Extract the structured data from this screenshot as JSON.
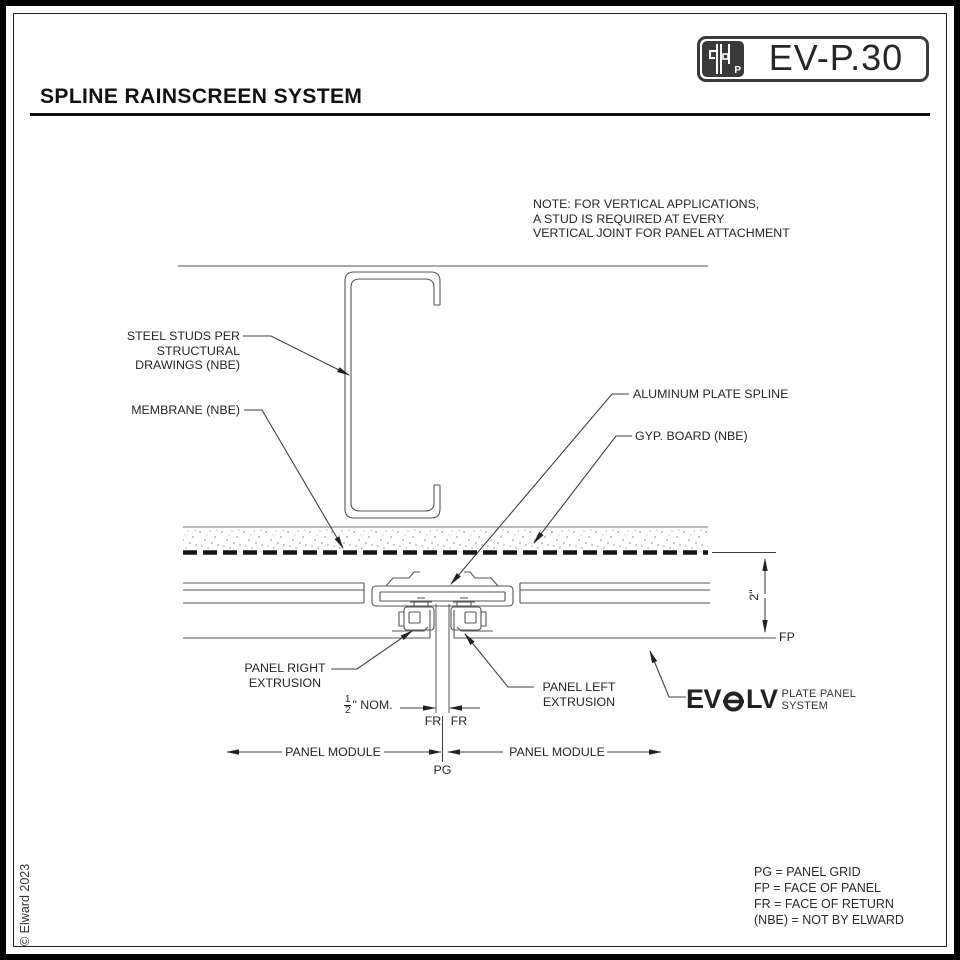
{
  "colors": {
    "ink": "#222222",
    "line": "#4f4f4f",
    "badge": "#3a3a3a"
  },
  "header": {
    "sheet_code": "EV-P.30",
    "logo_letter": "P",
    "title": "SPLINE RAINSCREEN SYSTEM"
  },
  "note": {
    "text": "NOTE: FOR VERTICAL APPLICATIONS,\nA STUD IS REQUIRED AT EVERY\nVERTICAL JOINT FOR PANEL ATTACHMENT"
  },
  "callouts": {
    "steel_studs": "STEEL STUDS PER\nSTRUCTURAL\nDRAWINGS (NBE)",
    "membrane": "MEMBRANE (NBE)",
    "aluminum_spline": "ALUMINUM PLATE SPLINE",
    "gyp_board": "GYP. BOARD (NBE)",
    "panel_right": "PANEL RIGHT\nEXTRUSION",
    "panel_left": "PANEL LEFT\nEXTRUSION"
  },
  "dimensions": {
    "half_numerator": "1",
    "half_denominator": "2",
    "half_suffix": "\" NOM.",
    "fr_left": "FR",
    "fr_right": "FR",
    "panel_module_left": "PANEL MODULE",
    "panel_module_right": "PANEL MODULE",
    "pg": "PG",
    "fp": "FP",
    "face_depth": "2\""
  },
  "brand": {
    "evolv_left": "EV",
    "evolv_right": "LV",
    "tagline_line1": "PLATE PANEL",
    "tagline_line2": "SYSTEM"
  },
  "legend": {
    "lines": [
      "PG = PANEL GRID",
      "FP = FACE OF PANEL",
      "FR = FACE OF RETURN",
      "(NBE) = NOT BY ELWARD"
    ]
  },
  "footer": {
    "copyright": "© Elward 2023"
  }
}
